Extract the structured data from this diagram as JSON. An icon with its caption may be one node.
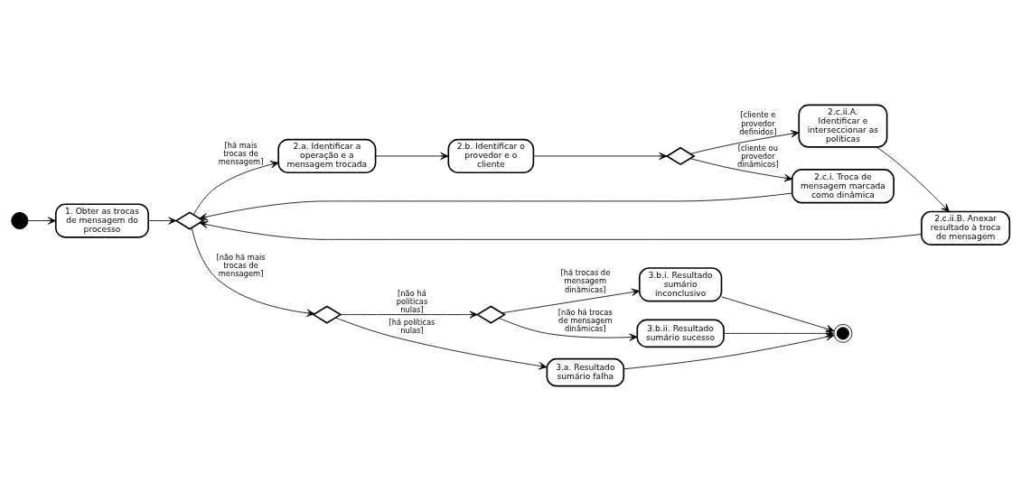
{
  "diagram": {
    "nodes": [
      {
        "text": [],
        "shape": "circle"
      },
      {
        "text": [
          "1. Obter as trocas de mensagem do processo"
        ]
      },
      {
        "text": [],
        "shape": "diamond"
      },
      {
        "text": [
          "2.a. Identificar a operação e a mensagem trocada"
        ]
      },
      {
        "text": [
          "2.b. Identificar o provedor e o cliente"
        ]
      },
      {
        "text": [],
        "shape": "diamond"
      },
      {
        "text": [
          "2.c.i. Troca de mensagem marcada como dinâmica"
        ]
      },
      {
        "text": [
          "2.c.ii.A. Identificar e interseccionar as políticas"
        ]
      },
      {
        "text": [
          "2.c.ii.B. Anexar resultado à troca de mensagem"
        ]
      },
      {
        "text": [],
        "shape": "diamond"
      },
      {
        "text": [
          "3.a. Resultado sumário falha"
        ]
      },
      {
        "text": [],
        "shape": "diamond"
      },
      {
        "text": [
          "3.b.i. Resultado sumário inconclusivo"
        ]
      },
      {
        "text": [
          "3.b.ii. Resultado sumário sucesso"
        ]
      },
      {
        "text": [],
        "shape": "bullseye"
      }
    ],
    "edges": [
      {
        "from": 0,
        "to": 1,
        "arrow": "to"
      },
      {
        "from": 1,
        "to": 2,
        "arrow": "to"
      },
      {
        "from": 2,
        "to": 3,
        "arrow": "to",
        "label": "[há mais trocas de mensagem]"
      },
      {
        "from": 3,
        "to": 4,
        "arrow": "to"
      },
      {
        "from": 4,
        "to": 5,
        "arrow": "to"
      },
      {
        "from": 5,
        "to": 6,
        "arrow": "to",
        "label": "[cliente ou provedor dinâmicos]"
      },
      {
        "from": 5,
        "to": 7,
        "arrow": "to",
        "label": "[cliente e provedor definidos]"
      },
      {
        "from": 7,
        "to": 8,
        "arrow": "to"
      },
      {
        "from": 8,
        "to": 2,
        "arrow": "to"
      },
      {
        "from": 6,
        "to": 2,
        "arrow": "to"
      },
      {
        "from": 2,
        "to": 9,
        "arrow": "to",
        "label": "[não há mais trocas de mensagem]"
      },
      {
        "from": 9,
        "to": 10,
        "arrow": "to",
        "label": "[há políticas nulas]"
      },
      {
        "from": 9,
        "to": 11,
        "arrow": "to",
        "label": "[não há políticas nulas]"
      },
      {
        "from": 11,
        "to": 12,
        "arrow": "to",
        "label": "[há trocas de mensagem dinâmicas]"
      },
      {
        "from": 11,
        "to": 13,
        "arrow": "to",
        "label": "[não há trocas de mensagem dinâmicas]"
      },
      {
        "from": 10,
        "to": 14,
        "arrow": "to"
      },
      {
        "from": 12,
        "to": 14,
        "arrow": "to"
      },
      {
        "from": 13,
        "to": 14,
        "arrow": "to"
      }
    ]
  }
}
